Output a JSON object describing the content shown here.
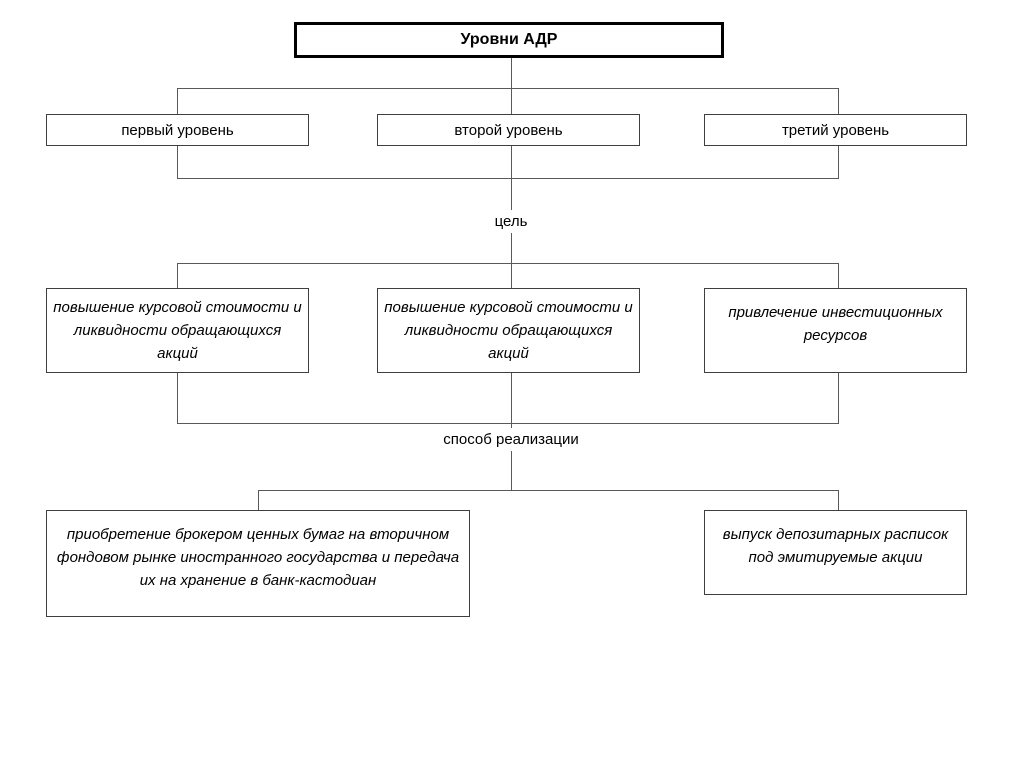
{
  "diagram": {
    "title_box": {
      "label": "Уровни АДР"
    },
    "levels": [
      {
        "label": "первый уровень"
      },
      {
        "label": "второй уровень"
      },
      {
        "label": "третий уровень"
      }
    ],
    "connector_labels": {
      "goal": "цель",
      "method": "способ реализации"
    },
    "goals": [
      {
        "label": "повышение курсовой стоимости и ликвидности обращающихся акций"
      },
      {
        "label": "повышение курсовой стоимости и ликвидности обращающихся акций"
      },
      {
        "label": "привлечение инвестиционных ресурсов"
      }
    ],
    "methods": [
      {
        "label": "приобретение брокером ценных бумаг на вторичном фондовом рынке иностранного государства и передача их на хранение в банк-кастодиан"
      },
      {
        "label": "выпуск депозитарных расписок под эмитируемые акции"
      }
    ],
    "colors": {
      "background": "#ffffff",
      "text": "#000000",
      "box_border": "#3f3f3f",
      "title_border": "#000000",
      "connector_line": "#595959"
    }
  }
}
